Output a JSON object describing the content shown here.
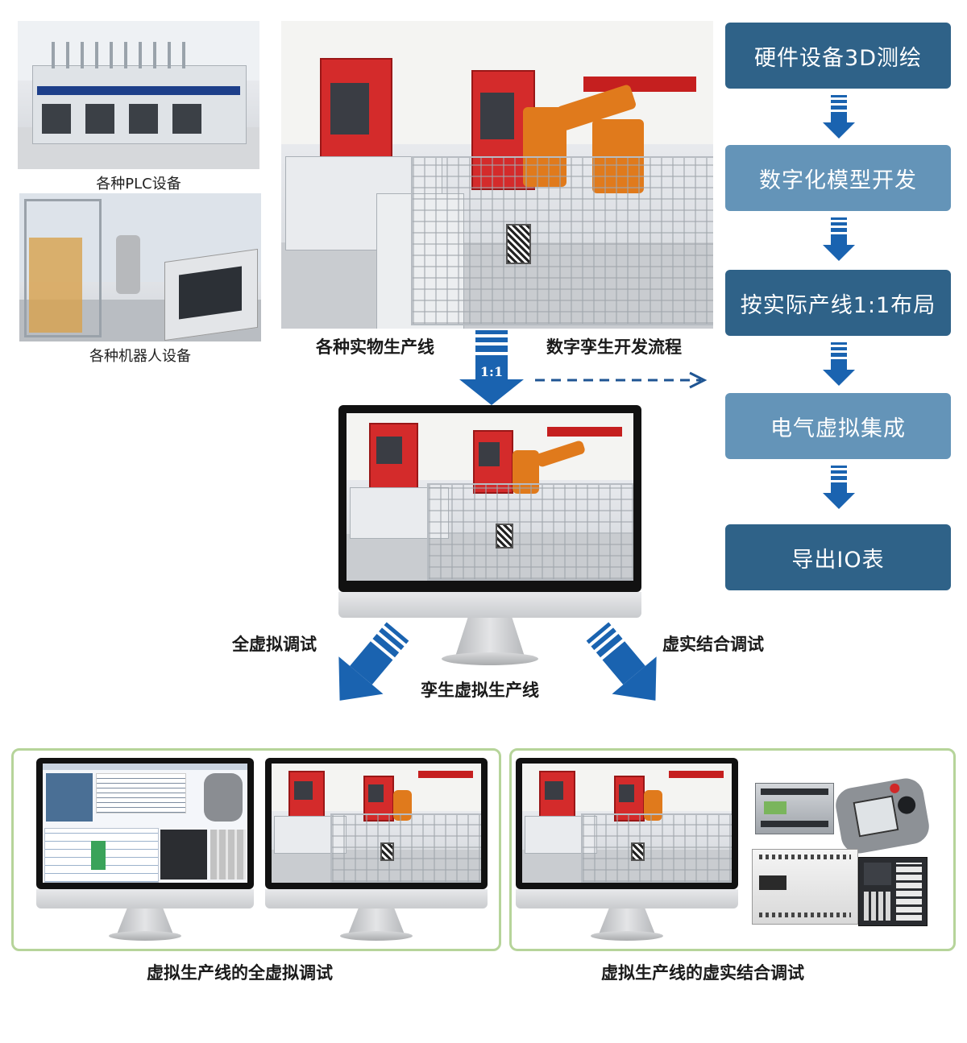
{
  "photos": {
    "plc_caption": "各种PLC设备",
    "robot_caption": "各种机器人设备",
    "line_caption": "各种实物生产线"
  },
  "process_label": "数字孪生开发流程",
  "ratio_label": "1:1",
  "flow_steps": [
    {
      "label": "硬件设备3D测绘",
      "color": "#2f6288"
    },
    {
      "label": "数字化模型开发",
      "color": "#6494b8"
    },
    {
      "label": "按实际产线1:1布局",
      "color": "#2f6288"
    },
    {
      "label": "电气虚拟集成",
      "color": "#6494b8"
    },
    {
      "label": "导出IO表",
      "color": "#2f6288"
    }
  ],
  "branches": {
    "left": "全虚拟调试",
    "right": "虚实结合调试",
    "center": "孪生虚拟生产线"
  },
  "bottom_captions": {
    "left": "虚拟生产线的全虚拟调试",
    "right": "虚拟生产线的虚实结合调试"
  },
  "colors": {
    "arrow_blue": "#1a63b0",
    "frame_green": "#b6d49a"
  }
}
